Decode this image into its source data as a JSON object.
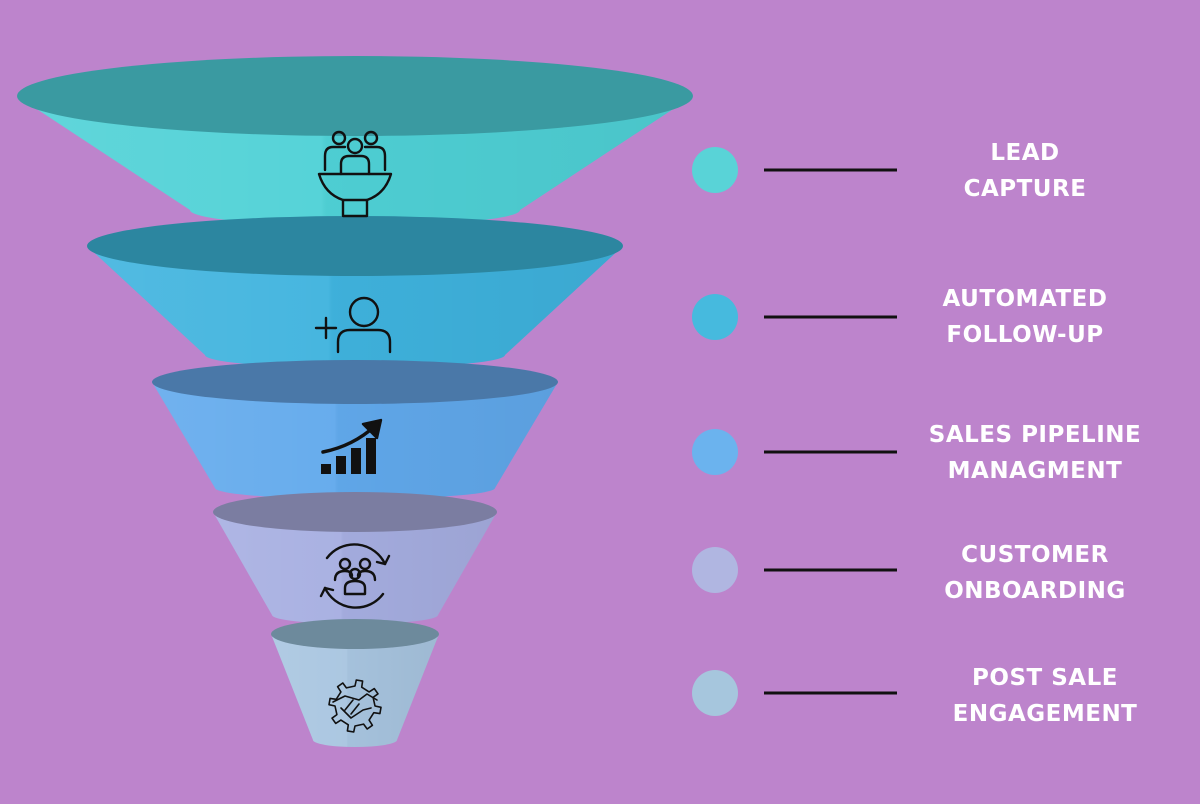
{
  "background_color": "#bd84cc",
  "stages": [
    {
      "label_lines": [
        "LEAD",
        "CAPTURE"
      ],
      "icon": "funnel-people-icon",
      "color": "#4fd1d6",
      "top_color": "#3a9aa1",
      "dot_color": "#59d3d7"
    },
    {
      "label_lines": [
        "AUTOMATED",
        "FOLLOW-UP"
      ],
      "icon": "add-user-icon",
      "color": "#3fb3de",
      "top_color": "#2c86a0",
      "dot_color": "#46bade"
    },
    {
      "label_lines": [
        "SALES PIPELINE",
        "MANAGMENT"
      ],
      "icon": "growth-chart-icon",
      "color": "#61a9ec",
      "top_color": "#4a78a8",
      "dot_color": "#6bb3ee"
    },
    {
      "label_lines": [
        "CUSTOMER",
        "ONBOARDING"
      ],
      "icon": "team-cycle-icon",
      "color": "#a6aee1",
      "top_color": "#7b7da1",
      "dot_color": "#b0b6e1"
    },
    {
      "label_lines": [
        "POST SALE",
        "ENGAGEMENT"
      ],
      "icon": "handshake-gear-icon",
      "color": "#a8c5e0",
      "top_color": "#6d8a9c",
      "dot_color": "#a6c6dd"
    }
  ]
}
